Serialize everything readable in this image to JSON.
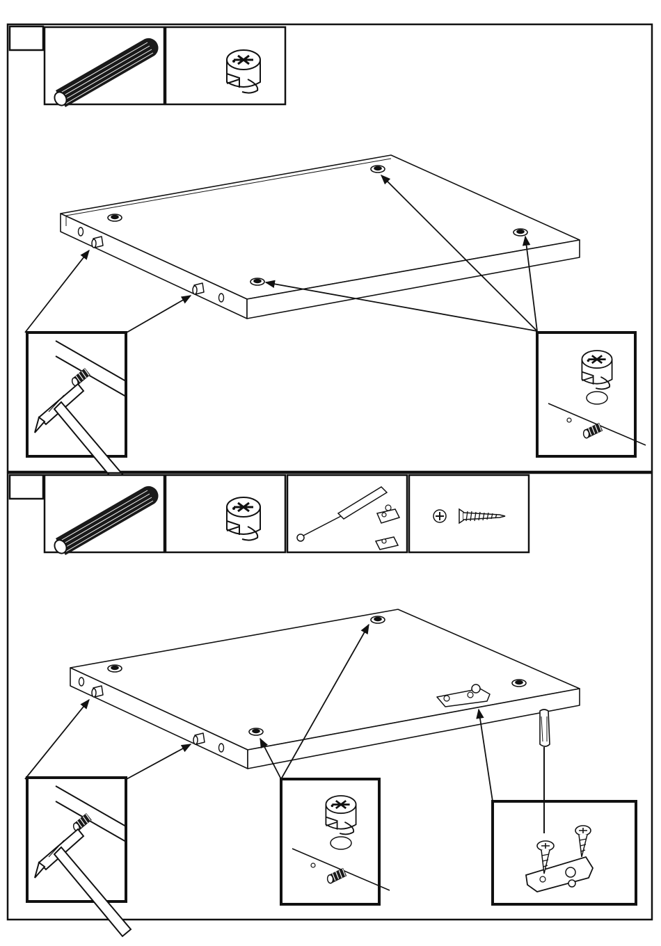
{
  "sheet": {
    "background": "#ffffff",
    "ink": "#111111"
  },
  "steps": [
    {
      "number": "",
      "parts": [
        {
          "icon": "wooden-dowel-icon"
        },
        {
          "icon": "cam-lock-icon"
        }
      ],
      "panel": "shelf-panel-with-cam-holes",
      "callouts": [
        "hammer-dowel-insert-detail",
        "cam-lock-insert-detail"
      ]
    },
    {
      "number": "",
      "parts": [
        {
          "icon": "wooden-dowel-icon"
        },
        {
          "icon": "cam-lock-icon"
        },
        {
          "icon": "gas-strut-with-brackets-icon"
        },
        {
          "icon": "wood-screw-icon"
        }
      ],
      "panel": "shelf-panel-with-strut-bracket",
      "callouts": [
        "hammer-dowel-insert-detail",
        "cam-lock-insert-detail",
        "screwdriver-bracket-detail"
      ]
    }
  ]
}
